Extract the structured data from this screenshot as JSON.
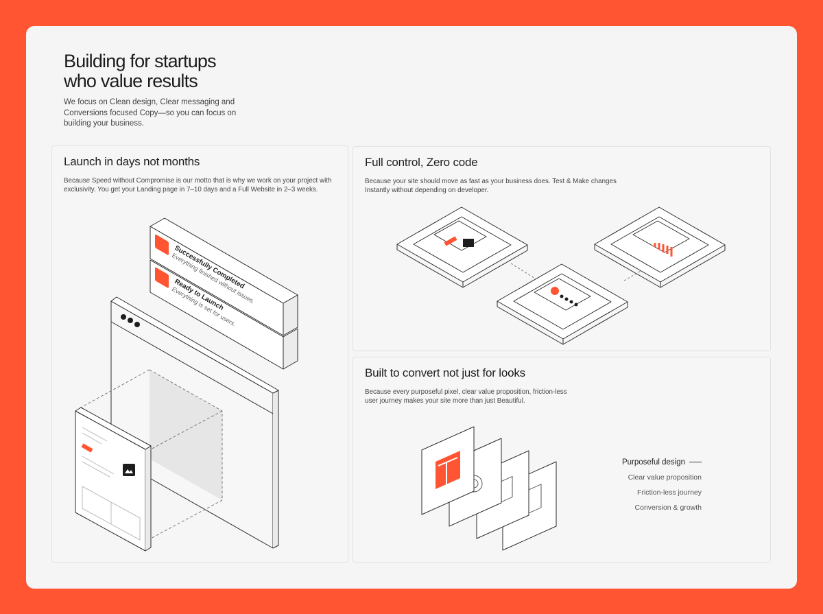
{
  "hero": {
    "title_line1": "Building for startups",
    "title_line2": "who value results",
    "subtitle": "We focus on Clean design, Clear messaging and Conversions focused Copy—so you can focus on building your business."
  },
  "cards": {
    "launch": {
      "title": "Launch in days not months",
      "desc_line1": "Because Speed without Compromise is our motto that is why we work on your project with",
      "desc_line2": "exclusivity. You get your Landing page in 7–10 days and a Full Website in 2–3 weeks.",
      "notification1_title": "Successfully Completed",
      "notification1_sub": "Everything finished without issues.",
      "notification2_title": "Ready to Launch",
      "notification2_sub": "Everything is set for users."
    },
    "control": {
      "title": "Full control, Zero code",
      "desc_line1": "Because your site should move as fast as your business does. Test & Make changes",
      "desc_line2": "Instantly without depending on developer."
    },
    "convert": {
      "title": "Built to convert not just for looks",
      "desc_line1": "Because every purposeful pixel, clear value proposition, friction-less",
      "desc_line2": "user journey makes your site more than just Beautiful.",
      "legend": [
        "Purposeful design",
        "Clear value proposition",
        "Friction-less journey",
        "Conversion & growth"
      ]
    }
  },
  "colors": {
    "accent": "#ff5533",
    "panel": "#f5f5f5",
    "line": "#2a2a2a"
  },
  "icons": [
    "check-icon",
    "rocket-icon",
    "image-icon",
    "cursor-icon",
    "window-dots-icon",
    "layout-icon",
    "chart-icon"
  ]
}
